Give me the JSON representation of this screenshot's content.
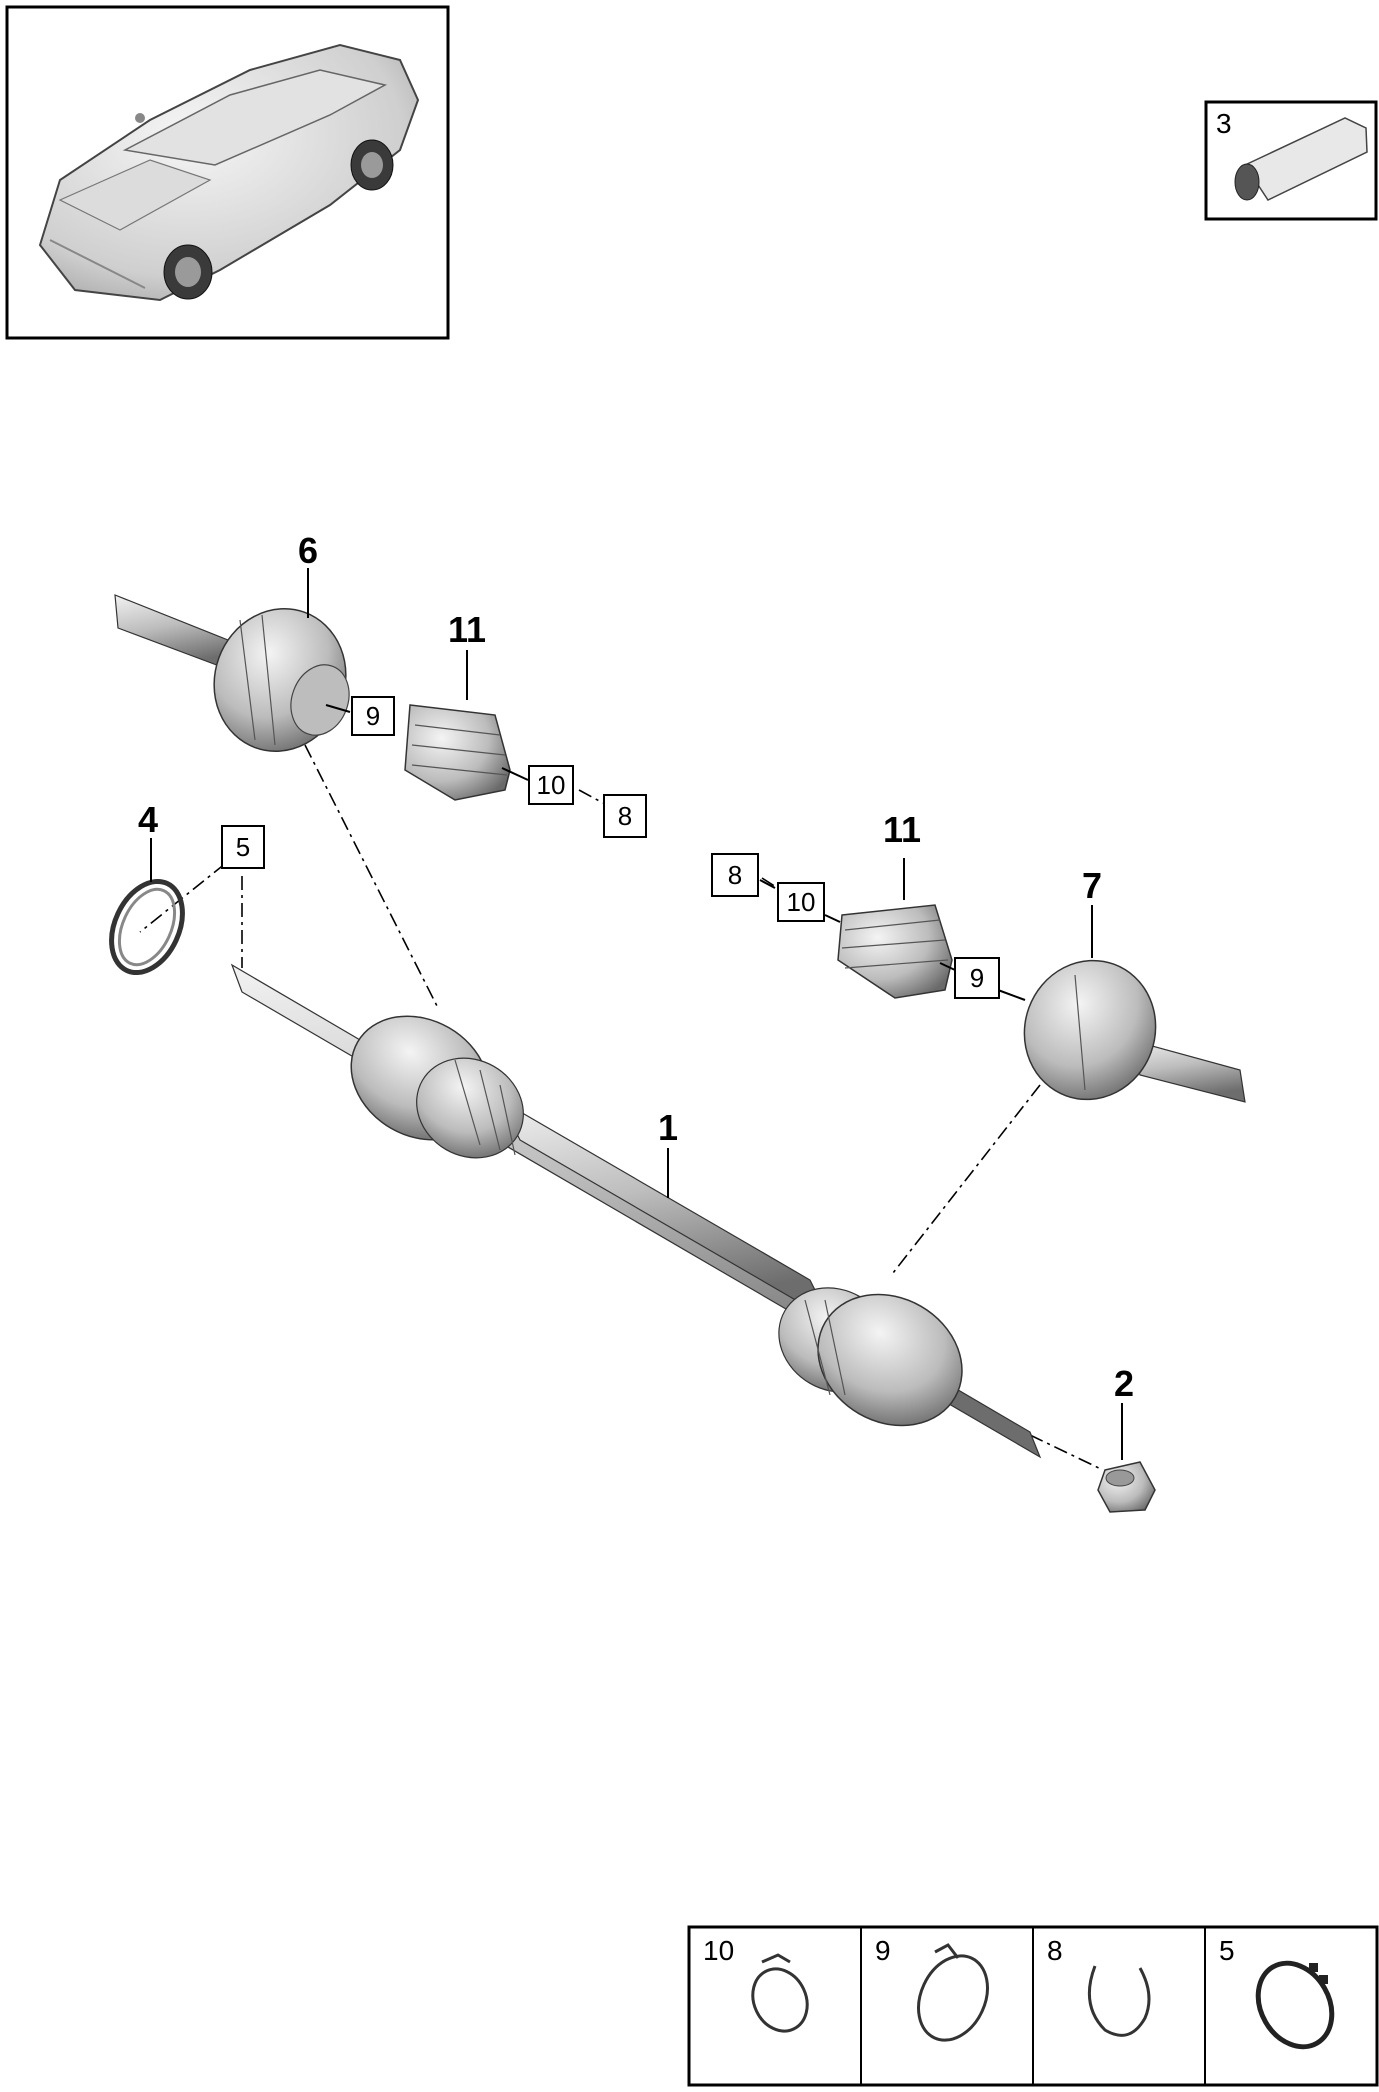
{
  "callouts": {
    "shaft": "1",
    "nut": "2",
    "grease_tube": "3",
    "ring": "4",
    "circlip": "5",
    "inner_joint": "6",
    "outer_joint": "7",
    "clamp_small_top": "8",
    "clamp_band_top": "9",
    "clamp_ear_top": "10",
    "boot_top": "11",
    "clamp_small_right": "8",
    "clamp_ear_right": "10",
    "boot_right": "11",
    "clamp_band_right": "9"
  },
  "insets": {
    "vehicle": "vehicle-overview",
    "grease_number": "3",
    "legend": [
      "10",
      "9",
      "8",
      "5"
    ]
  },
  "colors": {
    "line": "#000000",
    "part_light": "#ececec",
    "part_mid": "#b9b9b9",
    "part_dark": "#6e6e6e"
  }
}
